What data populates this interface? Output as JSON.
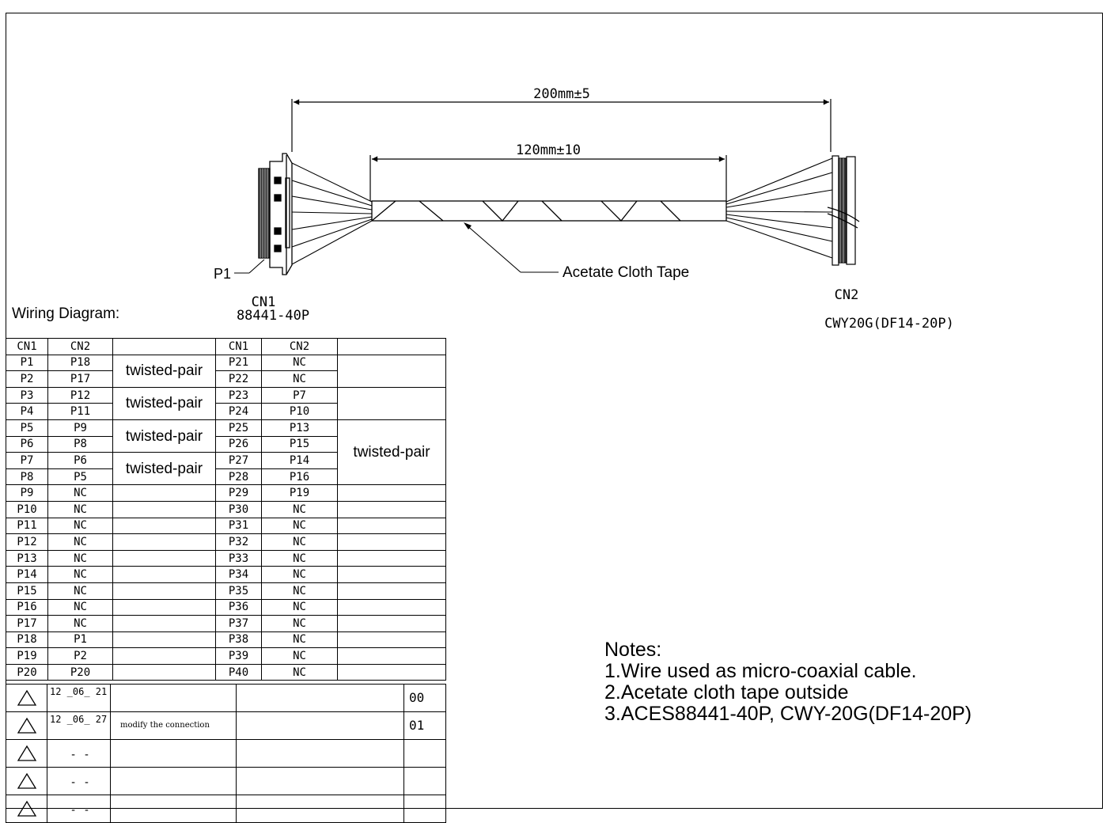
{
  "dimensions": {
    "overall": "200mm±5",
    "bundle": "120mm±10"
  },
  "labels": {
    "p1": "P1",
    "tape": "Acetate Cloth Tape",
    "cn1_name": "CN1",
    "cn1_part": "88441-40P",
    "cn2_name": "CN2",
    "cn2_part": "CWY20G(DF14-20P)"
  },
  "wiring": {
    "title": "Wiring Diagram:",
    "headers": [
      "CN1",
      "CN2",
      "",
      "CN1",
      "CN2",
      ""
    ],
    "twisted_label": "twisted-pair",
    "rows": [
      {
        "a": "P1",
        "b": "P18",
        "c": "P21",
        "d": "NC"
      },
      {
        "a": "P2",
        "b": "P17",
        "c": "P22",
        "d": "NC"
      },
      {
        "a": "P3",
        "b": "P12",
        "c": "P23",
        "d": "P7"
      },
      {
        "a": "P4",
        "b": "P11",
        "c": "P24",
        "d": "P10"
      },
      {
        "a": "P5",
        "b": "P9",
        "c": "P25",
        "d": "P13"
      },
      {
        "a": "P6",
        "b": "P8",
        "c": "P26",
        "d": "P15"
      },
      {
        "a": "P7",
        "b": "P6",
        "c": "P27",
        "d": "P14"
      },
      {
        "a": "P8",
        "b": "P5",
        "c": "P28",
        "d": "P16"
      },
      {
        "a": "P9",
        "b": "NC",
        "c": "P29",
        "d": "P19"
      },
      {
        "a": "P10",
        "b": "NC",
        "c": "P30",
        "d": "NC"
      },
      {
        "a": "P11",
        "b": "NC",
        "c": "P31",
        "d": "NC"
      },
      {
        "a": "P12",
        "b": "NC",
        "c": "P32",
        "d": "NC"
      },
      {
        "a": "P13",
        "b": "NC",
        "c": "P33",
        "d": "NC"
      },
      {
        "a": "P14",
        "b": "NC",
        "c": "P34",
        "d": "NC"
      },
      {
        "a": "P15",
        "b": "NC",
        "c": "P35",
        "d": "NC"
      },
      {
        "a": "P16",
        "b": "NC",
        "c": "P36",
        "d": "NC"
      },
      {
        "a": "P17",
        "b": "NC",
        "c": "P37",
        "d": "NC"
      },
      {
        "a": "P18",
        "b": "P1",
        "c": "P38",
        "d": "NC"
      },
      {
        "a": "P19",
        "b": "P2",
        "c": "P39",
        "d": "NC"
      },
      {
        "a": "P20",
        "b": "P20",
        "c": "P40",
        "d": "NC"
      }
    ]
  },
  "revisions": [
    {
      "date": "12 _06_ 21",
      "desc": "",
      "rev": "00"
    },
    {
      "date": "12 _06_ 27",
      "desc": "modify the connection",
      "rev": "01"
    },
    {
      "date": "-  -",
      "desc": "",
      "rev": ""
    },
    {
      "date": "-  -",
      "desc": "",
      "rev": ""
    },
    {
      "date": "-  -",
      "desc": "",
      "rev": ""
    }
  ],
  "notes": {
    "title": "Notes:",
    "items": [
      " 1.Wire used as micro-coaxial cable.",
      " 2.Acetate cloth tape outside",
      " 3.ACES88441-40P, CWY-20G(DF14-20P)"
    ]
  }
}
